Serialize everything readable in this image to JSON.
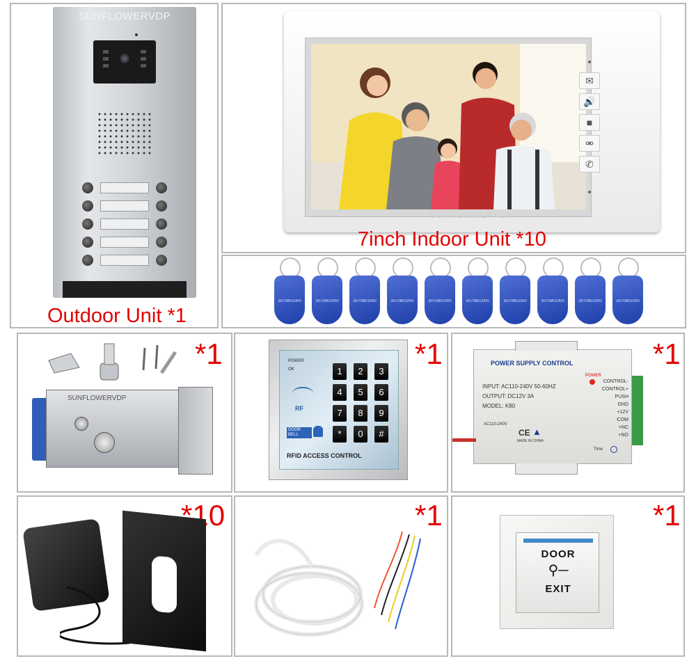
{
  "outdoor": {
    "brand": "SUNFLOWERVDP",
    "caption": "Outdoor Unit *1"
  },
  "indoor": {
    "brand": "SUNFLOWERVDP",
    "caption": "7inch Indoor Unit *10"
  },
  "rfid_tags": {
    "count": 10,
    "codes": [
      "3070801000",
      "3070801000",
      "3070801000",
      "3070801000",
      "3070801000",
      "3070801000",
      "3070801000",
      "3070801000",
      "3070801000",
      "3070801000"
    ]
  },
  "lock": {
    "quantity": "*1",
    "brand": "SUNFLOWERVDP"
  },
  "keypad": {
    "quantity": "*1",
    "power_label": "POWER",
    "ok_label": "OK",
    "rf_label": "RF",
    "doorbell_label": "DOOR BELL",
    "title": "RFID ACCESS CONTROL",
    "keys": [
      "1",
      "2",
      "3",
      "4",
      "5",
      "6",
      "7",
      "8",
      "9",
      "*",
      "0",
      "#"
    ]
  },
  "psu": {
    "quantity": "*1",
    "title": "POWER SUPPLY CONTROL",
    "power_led": "POWER",
    "input": "INPUT: AC110-240V 50-60HZ",
    "output": "OUTPUT: DC12V 3A",
    "model": "MODEL: K80",
    "ac_label": "AC110-240V",
    "made_in": "MADE IN CHINA",
    "time_label": "Time",
    "terminals": [
      "CONTROL-",
      "CONTROL+",
      "PUSH",
      "GND",
      "+12V",
      "-COM",
      "+NC",
      "+NO"
    ]
  },
  "adapter": {
    "quantity": "*10"
  },
  "cable": {
    "quantity": "*1"
  },
  "exit_button": {
    "quantity": "*1",
    "line1": "DOOR",
    "line2": "EXIT"
  }
}
